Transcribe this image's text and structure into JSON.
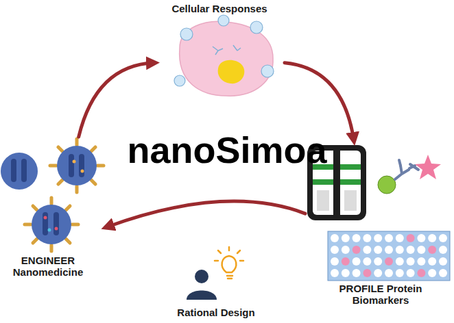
{
  "diagram": {
    "title": "nanoSimoa",
    "nodes": [
      {
        "text": [
          "Cellular Responses"
        ]
      },
      {
        "text": [
          "PROFILE Protein Biomarkers"
        ]
      },
      {
        "text": [
          "Rational Design"
        ]
      },
      {
        "text": [
          "ENGINEER Nanomedicine"
        ]
      }
    ],
    "edges": [
      {
        "from": 3,
        "to": 0,
        "arrow": "to"
      },
      {
        "from": 0,
        "to": 1,
        "arrow": "to"
      },
      {
        "from": 1,
        "to": 3,
        "arrow": "to"
      }
    ]
  }
}
